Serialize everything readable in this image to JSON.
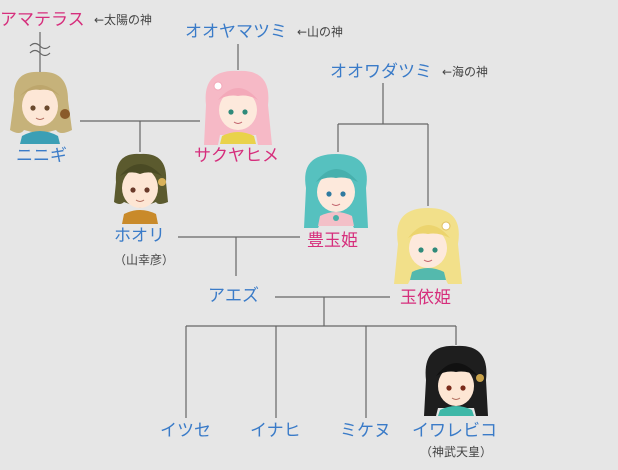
{
  "colors": {
    "male": "#3a7bc8",
    "female": "#d62e7c",
    "line": "#666666",
    "background": "#e6e6e6"
  },
  "people": {
    "amaterasu": {
      "name": "アマテラス",
      "note": "←太陽の神"
    },
    "ooyamatsumi": {
      "name": "オオヤマツミ",
      "note": "←山の神"
    },
    "oowatatsumi": {
      "name": "オオワダツミ",
      "note": "←海の神"
    },
    "ninigi": {
      "name": "ニニギ"
    },
    "sakuyahime": {
      "name": "サクヤヒメ"
    },
    "hoori": {
      "name": "ホオリ",
      "alias": "（山幸彦）"
    },
    "toyotamahime": {
      "name": "豊玉姫"
    },
    "tamayorihime": {
      "name": "玉依姫"
    },
    "aezu": {
      "name": "アエズ"
    },
    "itsuse": {
      "name": "イツセ"
    },
    "inahi": {
      "name": "イナヒ"
    },
    "mikenu": {
      "name": "ミケヌ"
    },
    "iwarebiko": {
      "name": "イワレビコ",
      "alias": "（神武天皇）"
    }
  }
}
